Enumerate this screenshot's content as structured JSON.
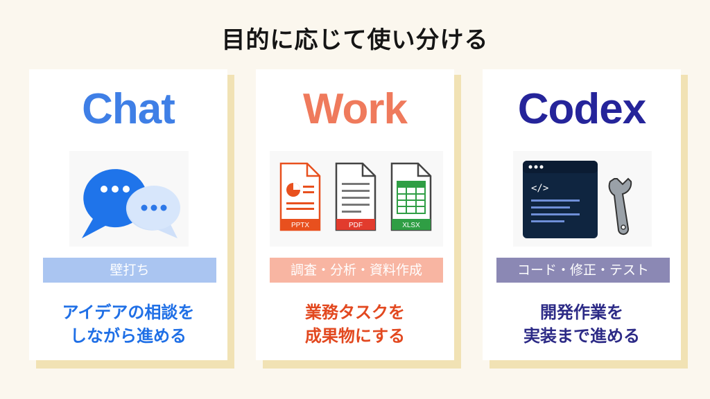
{
  "title": "目的に応じて使い分ける",
  "cards": [
    {
      "name": "Chat",
      "color": "#3f7fe6",
      "icon": "chat-bubbles-icon",
      "tag": "壁打ち",
      "tag_bg": "#aac5f1",
      "tag_color": "#ffffff",
      "desc_line1": "アイデアの相談を",
      "desc_line2": "しながら進める",
      "desc_color": "#1f6fe6"
    },
    {
      "name": "Work",
      "color": "#ef7a5c",
      "icon": "document-files-icon",
      "tag": "調査・分析・資料作成",
      "tag_bg": "#f8b5a2",
      "tag_color": "#ffffff",
      "desc_line1": "業務タスクを",
      "desc_line2": "成果物にする",
      "desc_color": "#e2481f",
      "files": [
        "PPTX",
        "PDF",
        "XLSX"
      ]
    },
    {
      "name": "Codex",
      "color": "#25249a",
      "icon": "terminal-wrench-icon",
      "tag": "コード・修正・テスト",
      "tag_bg": "#8b88b4",
      "tag_color": "#ffffff",
      "desc_line1": "開発作業を",
      "desc_line2": "実装まで進める",
      "desc_color": "#2c2a86"
    }
  ]
}
